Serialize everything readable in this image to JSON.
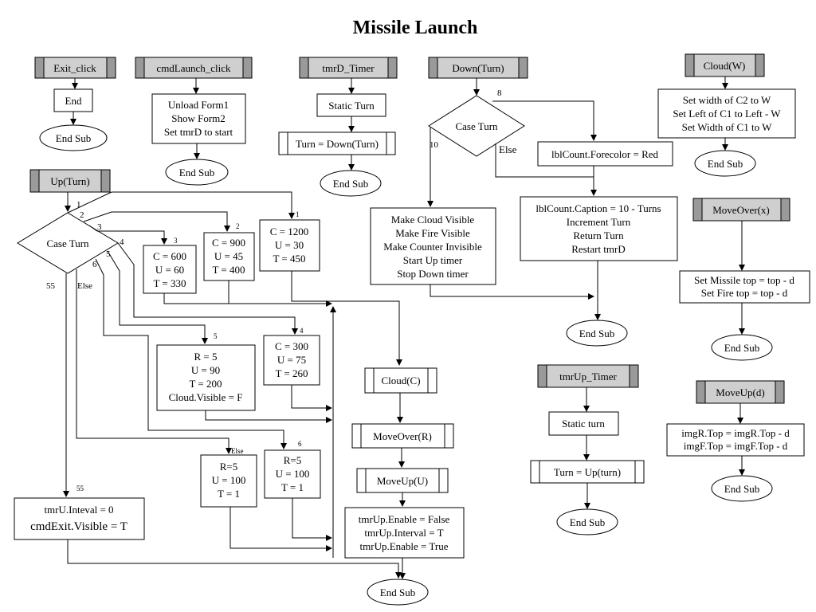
{
  "title": "Missile Launch",
  "exit_click": {
    "head": "Exit_click",
    "end": "End",
    "end_sub": "End Sub"
  },
  "cmd_launch": {
    "head": "cmdLaunch_click",
    "lines": [
      "Unload Form1",
      "Show Form2",
      "Set tmrD to start"
    ],
    "end_sub": "End Sub"
  },
  "tmrd_timer": {
    "head": "tmrD_Timer",
    "static": "Static Turn",
    "call": "Turn = Down(Turn)",
    "end_sub": "End Sub"
  },
  "down_turn": {
    "head": "Down(Turn)",
    "decision": "Case Turn",
    "label_8": "8",
    "label_else": "Else",
    "label_10": "10",
    "forecolor": "lblCount.Forecolor = Red",
    "caption_lines": [
      "lblCount.Caption = 10 - Turns",
      "Increment Turn",
      "Return Turn",
      "Restart tmrD"
    ],
    "cloud_lines": [
      "Make Cloud Visible",
      "Make Fire Visible",
      "Make Counter Invisible",
      "Start Up timer",
      "Stop Down timer"
    ],
    "end_sub": "End Sub"
  },
  "cloud_w": {
    "head": "Cloud(W)",
    "lines": [
      "Set width of C2 to W",
      "Set Left of C1 to Left - W",
      "Set Width of C1 to W"
    ],
    "end_sub": "End Sub"
  },
  "moveover_x": {
    "head": "MoveOver(x)",
    "lines": [
      "Set Missile top = top - d",
      "Set Fire top = top - d"
    ],
    "end_sub": "End Sub"
  },
  "moveup_d": {
    "head": "MoveUp(d)",
    "lines": [
      "imgR.Top = imgR.Top - d",
      "imgF.Top = imgF.Top - d"
    ],
    "end_sub": "End Sub"
  },
  "tmrup_timer": {
    "head": "tmrUp_Timer",
    "static": "Static turn",
    "call": "Turn = Up(turn)",
    "end_sub": "End Sub"
  },
  "up_turn": {
    "head": "Up(Turn)",
    "decision": "Case Turn",
    "case_labels": [
      "1",
      "2",
      "3",
      "4",
      "5",
      "6",
      "55",
      "Else"
    ],
    "branch_labels": {
      "c1": "1",
      "c2": "2",
      "c3": "3",
      "c4": "4",
      "c5": "5",
      "c6": "6",
      "celse": "Else",
      "c55": "55"
    },
    "box1": [
      "C = 1200",
      "U = 30",
      "T = 450"
    ],
    "box2": [
      "C = 900",
      "U = 45",
      "T = 400"
    ],
    "box3": [
      "C = 600",
      "U = 60",
      "T = 330"
    ],
    "box4": [
      "C = 300",
      "U = 75",
      "T = 260"
    ],
    "box5": [
      "R = 5",
      "U = 90",
      "T = 200",
      "Cloud.Visible = F"
    ],
    "box6": [
      "R=5",
      "U = 100",
      "T = 1"
    ],
    "box_else": [
      "R=5",
      "U = 100",
      "T = 1"
    ],
    "box55": [
      "tmrU.Inteval = 0",
      "cmdExit.Visible = T"
    ],
    "call_cloud": "Cloud(C)",
    "call_moveover": "MoveOver(R)",
    "call_moveup": "MoveUp(U)",
    "tmr_lines": [
      "tmrUp.Enable = False",
      "tmrUp.Interval = T",
      "tmrUp.Enable = True"
    ],
    "end_sub": "End Sub"
  }
}
